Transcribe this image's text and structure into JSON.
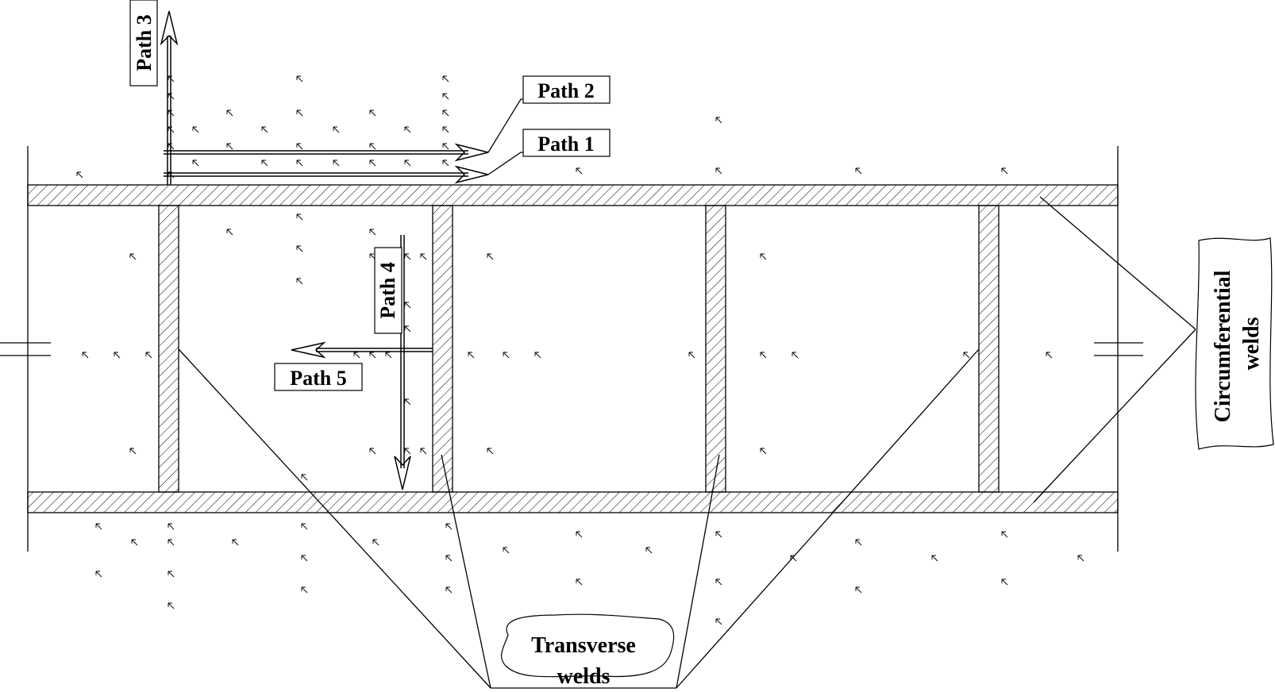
{
  "labels": {
    "path1": "Path 1",
    "path2": "Path 2",
    "path3": "Path 3",
    "path4": "Path 4",
    "path5": "Path 5",
    "circumferential_line1": "Circumferential",
    "circumferential_line2": "welds",
    "transverse_line1": "Transverse",
    "transverse_line2": "welds"
  },
  "colors": {
    "line": "#000000",
    "background": "#ffffff"
  }
}
